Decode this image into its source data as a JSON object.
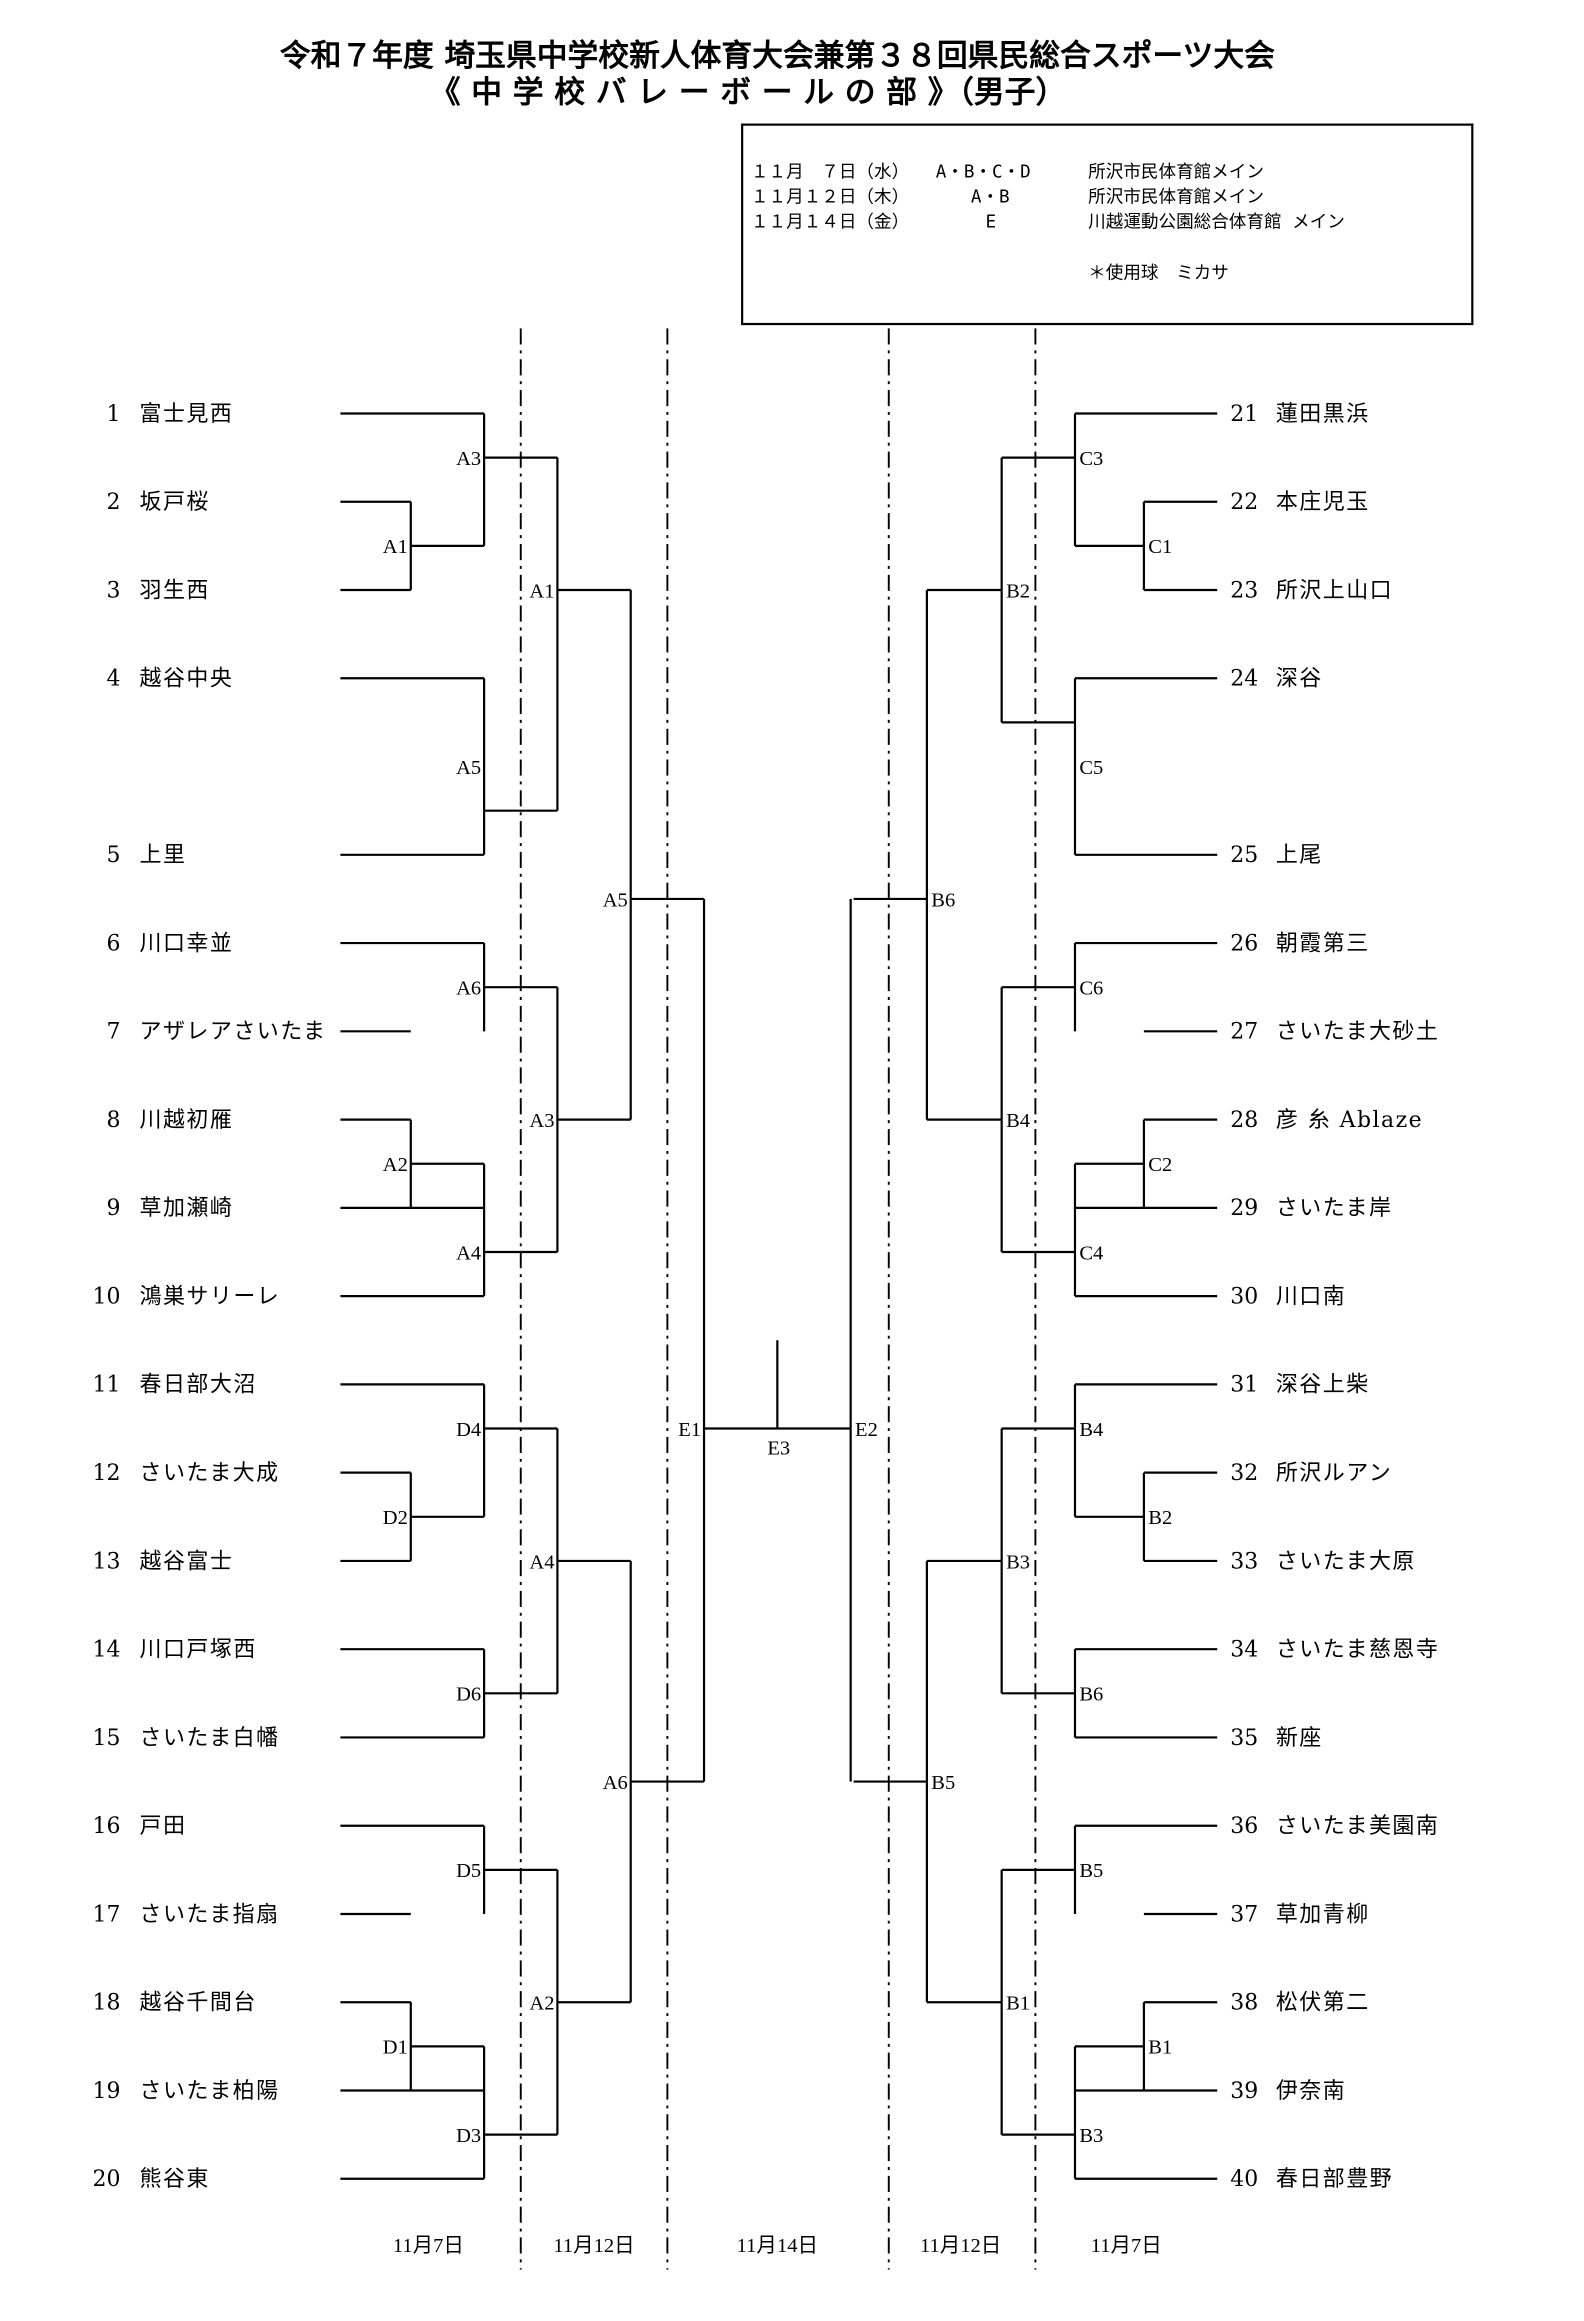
{
  "header": {
    "title_line1": "令和７年度 埼玉県中学校新人体育大会兼第３８回県民総合スポーツ大会",
    "title_line2": "《 中 学 校 バ レ ー ボ ー ル の 部 》（男子）"
  },
  "schedule": {
    "rows": [
      {
        "date": "１１月　７日（水）",
        "courts": "A・B・C・D",
        "venue": "所沢市民体育館メイン"
      },
      {
        "date": "１１月１２日（木）",
        "courts": "A・B",
        "venue": "所沢市民体育館メイン"
      },
      {
        "date": "１１月１４日（金）",
        "courts": "E",
        "venue": "川越運動公園総合体育館 メイン"
      }
    ],
    "ball_note": "＊使用球　ミカサ"
  },
  "teams_left": [
    {
      "no": "1",
      "name": "富士見西"
    },
    {
      "no": "2",
      "name": "坂戸桜"
    },
    {
      "no": "3",
      "name": "羽生西"
    },
    {
      "no": "4",
      "name": "越谷中央"
    },
    {
      "no": "5",
      "name": "上里"
    },
    {
      "no": "6",
      "name": "川口幸並"
    },
    {
      "no": "7",
      "name": "アザレアさいたま"
    },
    {
      "no": "8",
      "name": "川越初雁"
    },
    {
      "no": "9",
      "name": "草加瀬崎"
    },
    {
      "no": "10",
      "name": "鴻巣サリーレ"
    },
    {
      "no": "11",
      "name": "春日部大沼"
    },
    {
      "no": "12",
      "name": "さいたま大成"
    },
    {
      "no": "13",
      "name": "越谷富士"
    },
    {
      "no": "14",
      "name": "川口戸塚西"
    },
    {
      "no": "15",
      "name": "さいたま白幡"
    },
    {
      "no": "16",
      "name": "戸田"
    },
    {
      "no": "17",
      "name": "さいたま指扇"
    },
    {
      "no": "18",
      "name": "越谷千間台"
    },
    {
      "no": "19",
      "name": "さいたま柏陽"
    },
    {
      "no": "20",
      "name": "熊谷東"
    }
  ],
  "teams_right": [
    {
      "no": "21",
      "name": "蓮田黒浜"
    },
    {
      "no": "22",
      "name": "本庄児玉"
    },
    {
      "no": "23",
      "name": "所沢上山口"
    },
    {
      "no": "24",
      "name": "深谷"
    },
    {
      "no": "25",
      "name": "上尾"
    },
    {
      "no": "26",
      "name": "朝霞第三"
    },
    {
      "no": "27",
      "name": "さいたま大砂土"
    },
    {
      "no": "28",
      "name": "彦 糸 Ablaze"
    },
    {
      "no": "29",
      "name": "さいたま岸"
    },
    {
      "no": "30",
      "name": "川口南"
    },
    {
      "no": "31",
      "name": "深谷上柴"
    },
    {
      "no": "32",
      "name": "所沢ルアン"
    },
    {
      "no": "33",
      "name": "さいたま大原"
    },
    {
      "no": "34",
      "name": "さいたま慈恩寺"
    },
    {
      "no": "35",
      "name": "新座"
    },
    {
      "no": "36",
      "name": "さいたま美園南"
    },
    {
      "no": "37",
      "name": "草加青柳"
    },
    {
      "no": "38",
      "name": "松伏第二"
    },
    {
      "no": "39",
      "name": "伊奈南"
    },
    {
      "no": "40",
      "name": "春日部豊野"
    }
  ],
  "matches_left": [
    "A1",
    "A3",
    "A5",
    "A1",
    "A6",
    "A2",
    "A4",
    "A3",
    "A5",
    "D4",
    "D2",
    "D6",
    "A4",
    "D5",
    "D1",
    "D3",
    "A2",
    "A6",
    "E1"
  ],
  "matches_right": [
    "C1",
    "C3",
    "C5",
    "B2",
    "C6",
    "C2",
    "C4",
    "B4",
    "B6",
    "B4",
    "B2",
    "B6",
    "B3",
    "B5",
    "B1",
    "B3",
    "B1",
    "B5",
    "E2"
  ],
  "final_label": "E3",
  "footer_dates": [
    "11月7日",
    "11月12日",
    "11月14日",
    "11月12日",
    "11月7日"
  ]
}
